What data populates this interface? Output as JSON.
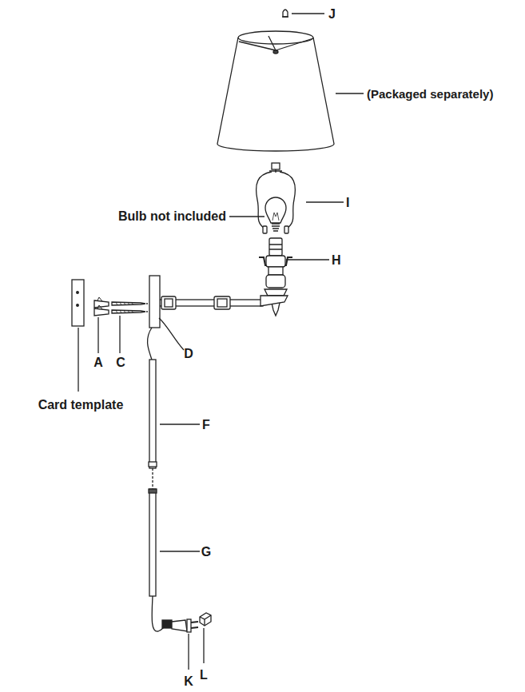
{
  "diagram": {
    "labels": [
      "J",
      "(Packaged separately)",
      "I",
      "Bulb not included",
      "H",
      "A",
      "C",
      "D",
      "Card template",
      "F",
      "G",
      "K",
      "L"
    ]
  }
}
